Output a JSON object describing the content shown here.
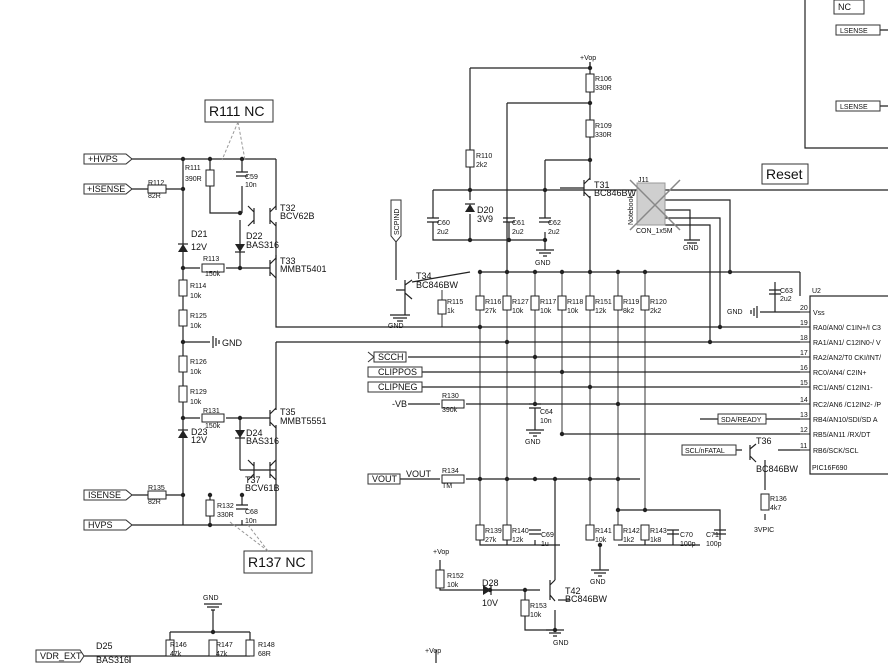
{
  "callouts": {
    "r111": "R111 NC",
    "r137": "R137 NC",
    "reset": "Reset",
    "nc": "NC"
  },
  "ports": {
    "hvps_p": "+HVPS",
    "isense_p": "+ISENSE",
    "isense_m": "ISENSE",
    "hvps_m": "HVPS",
    "scpind": "SCPIND",
    "scch": "SCCH",
    "clippos": "CLIPPOS",
    "clipneg": "CLIPNEG",
    "vb": "-VB",
    "vout": "VOUT",
    "vout_net": "VOUT",
    "vdr_ext": "VDR_EXT",
    "lsense1": "LSENSE",
    "lsense2": "LSENSE",
    "sda": "SDA/READY",
    "scl": "SCL/nFATAL"
  },
  "power": {
    "vop1": "+Vop",
    "vop2": "+Vop",
    "vop3": "+Vop",
    "gnd_mid": "GND",
    "gnd_t34": "GND",
    "gnd_caps": "GND",
    "gnd_j11": "GND",
    "gnd_c64": "GND",
    "gnd_u2": "GND",
    "gnd_c71": "GND",
    "gnd_r153": "GND",
    "gnd_bot": "GND",
    "vpic": "3VPIC"
  },
  "resistors": [
    {
      "ref": "R111",
      "val": "390R"
    },
    {
      "ref": "R112",
      "val": "82R"
    },
    {
      "ref": "R113",
      "val": "150k"
    },
    {
      "ref": "R114",
      "val": "10k"
    },
    {
      "ref": "R125",
      "val": "10k"
    },
    {
      "ref": "R126",
      "val": "10k"
    },
    {
      "ref": "R129",
      "val": "10k"
    },
    {
      "ref": "R131",
      "val": "150k"
    },
    {
      "ref": "R135",
      "val": "82R"
    },
    {
      "ref": "R132",
      "val": "330R"
    },
    {
      "ref": "R106",
      "val": "330R"
    },
    {
      "ref": "R109",
      "val": "330R"
    },
    {
      "ref": "R110",
      "val": "2k2"
    },
    {
      "ref": "R115",
      "val": "1k"
    },
    {
      "ref": "R116",
      "val": "27k"
    },
    {
      "ref": "R127",
      "val": "10k"
    },
    {
      "ref": "R117",
      "val": "10k"
    },
    {
      "ref": "R118",
      "val": "10k"
    },
    {
      "ref": "R151",
      "val": "12k"
    },
    {
      "ref": "R119",
      "val": "8k2"
    },
    {
      "ref": "R120",
      "val": "2k2"
    },
    {
      "ref": "R130",
      "val": "390k"
    },
    {
      "ref": "R134",
      "val": "TM"
    },
    {
      "ref": "R139",
      "val": "27k"
    },
    {
      "ref": "R140",
      "val": "12k"
    },
    {
      "ref": "R141",
      "val": "10k"
    },
    {
      "ref": "R142",
      "val": "1k2"
    },
    {
      "ref": "R143",
      "val": "1k8"
    },
    {
      "ref": "R152",
      "val": "10k"
    },
    {
      "ref": "R153",
      "val": "10k"
    },
    {
      "ref": "R136",
      "val": "4k7"
    },
    {
      "ref": "R146",
      "val": "47k"
    },
    {
      "ref": "R147",
      "val": "47k"
    },
    {
      "ref": "R148",
      "val": "68R"
    }
  ],
  "capacitors": [
    {
      "ref": "C59",
      "val": "10n"
    },
    {
      "ref": "C68",
      "val": "10n"
    },
    {
      "ref": "C60",
      "val": "2u2"
    },
    {
      "ref": "C61",
      "val": "2u2"
    },
    {
      "ref": "C62",
      "val": "2u2"
    },
    {
      "ref": "C63",
      "val": "2u2"
    },
    {
      "ref": "C64",
      "val": "10n"
    },
    {
      "ref": "C69",
      "val": "1u"
    },
    {
      "ref": "C70",
      "val": "100p"
    },
    {
      "ref": "C71",
      "val": "100p"
    }
  ],
  "transistors": [
    {
      "ref": "T32",
      "val": "BCV62B"
    },
    {
      "ref": "T33",
      "val": "MMBT5401"
    },
    {
      "ref": "T35",
      "val": "MMBT5551"
    },
    {
      "ref": "T37",
      "val": "BCV61B"
    },
    {
      "ref": "T31",
      "val": "BC846BW"
    },
    {
      "ref": "T34",
      "val": "BC846BW"
    },
    {
      "ref": "T42",
      "val": "BC846BW"
    },
    {
      "ref": "T36",
      "val": "BC846BW"
    }
  ],
  "diodes": [
    {
      "ref": "D21",
      "val": "12V"
    },
    {
      "ref": "D22",
      "val": "BAS316"
    },
    {
      "ref": "D23",
      "val": "12V"
    },
    {
      "ref": "D24",
      "val": "BAS316"
    },
    {
      "ref": "D20",
      "val": "3V9"
    },
    {
      "ref": "D28",
      "val": "10V"
    },
    {
      "ref": "D25",
      "val": "BAS316"
    }
  ],
  "connector": {
    "ref": "J11",
    "val": "CON_1x5M",
    "side": "Notebook"
  },
  "u2": {
    "ref": "U2",
    "part": "PIC16F690",
    "pins": [
      {
        "num": "20",
        "name": "Vss"
      },
      {
        "num": "19",
        "name": "RA0/AN0/ C1IN+/I C3"
      },
      {
        "num": "18",
        "name": "RA1/AN1/ C12IN0-/ V"
      },
      {
        "num": "17",
        "name": "RA2/AN2/T0 CKI/INT/"
      },
      {
        "num": "16",
        "name": "RC0/AN4/ C2IN+"
      },
      {
        "num": "15",
        "name": "RC1/AN5/ C12IN1-"
      },
      {
        "num": "14",
        "name": "RC2/AN6 /C12IN2- /P"
      },
      {
        "num": "13",
        "name": "RB4/AN10/SDI/SD A"
      },
      {
        "num": "12",
        "name": "RB5/AN11 /RX/DT"
      },
      {
        "num": "11",
        "name": "RB6/SCK/SCL"
      }
    ]
  }
}
